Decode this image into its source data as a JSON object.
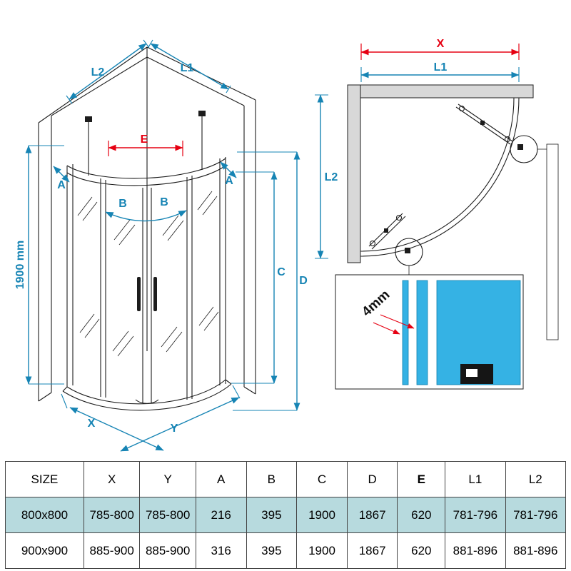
{
  "colors": {
    "dimension_blue": "#1684b4",
    "dimension_red": "#e60012",
    "glass_blue": "#35b2e4",
    "wall_gray": "#d8d8d8",
    "row_highlight": "#b7dade",
    "line_black": "#1c1c1c"
  },
  "perspective_view": {
    "labels": {
      "l2": "L2",
      "l1": "L1",
      "e": "E",
      "a_left": "A",
      "a_right": "A",
      "b_left": "B",
      "b_right": "B",
      "height": "1900 mm",
      "c": "C",
      "d": "D",
      "x": "X",
      "y": "Y"
    }
  },
  "top_view": {
    "labels": {
      "x": "X",
      "l1": "L1",
      "l2": "L2",
      "glass_thickness": "4mm"
    }
  },
  "size_table": {
    "headers": [
      "SIZE",
      "X",
      "Y",
      "A",
      "B",
      "C",
      "D",
      "E",
      "L1",
      "L2"
    ],
    "rows": [
      [
        "800x800",
        "785-800",
        "785-800",
        "216",
        "395",
        "1900",
        "1867",
        "620",
        "781-796",
        "781-796"
      ],
      [
        "900x900",
        "885-900",
        "885-900",
        "316",
        "395",
        "1900",
        "1867",
        "620",
        "881-896",
        "881-896"
      ]
    ]
  }
}
